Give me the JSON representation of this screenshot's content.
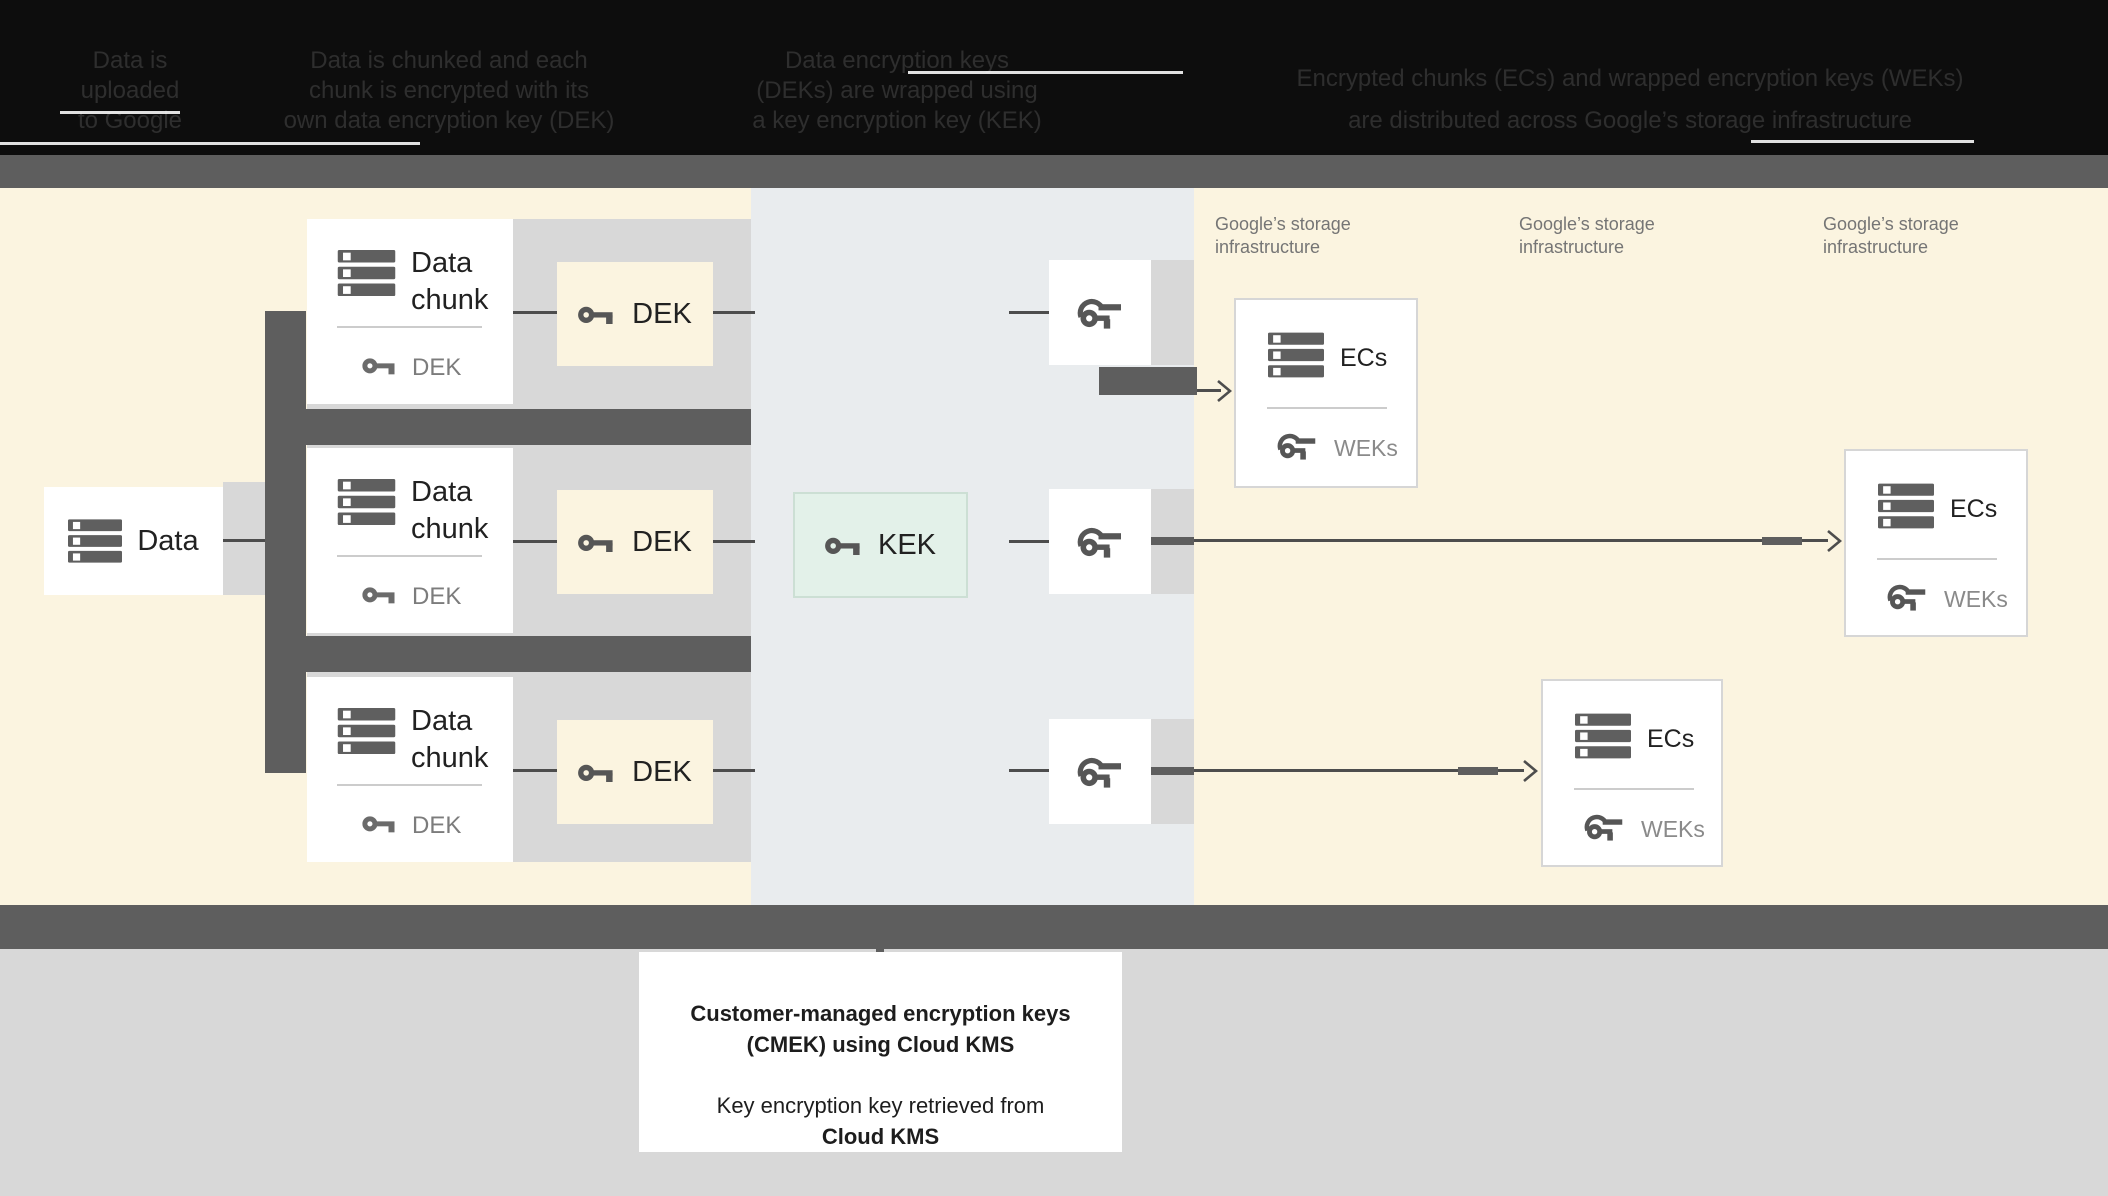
{
  "header": {
    "columns": [
      {
        "lines": [
          "Data is",
          "uploaded",
          "to Google"
        ]
      },
      {
        "lines": [
          "Data is chunked and each",
          "chunk is encrypted with its",
          "own data encryption key (DEK)"
        ]
      },
      {
        "lines": [
          "Data encryption keys",
          "(DEKs) are wrapped using",
          "a key encryption key (KEK)"
        ]
      },
      {
        "lines": [
          "Encrypted chunks (ECs) and wrapped encryption keys (WEKs)",
          "are distributed across Google’s storage infrastructure"
        ]
      }
    ]
  },
  "diagram": {
    "data_box": {
      "label": "Data"
    },
    "chunk_boxes": [
      {
        "title_line1": "Data",
        "title_line2": "chunk",
        "footer_label": "DEK"
      },
      {
        "title_line1": "Data",
        "title_line2": "chunk",
        "footer_label": "DEK"
      },
      {
        "title_line1": "Data",
        "title_line2": "chunk",
        "footer_label": "DEK"
      }
    ],
    "dek_boxes": [
      {
        "label": "DEK"
      },
      {
        "label": "DEK"
      },
      {
        "label": "DEK"
      }
    ],
    "kek_box": {
      "label": "KEK"
    },
    "storage_labels": [
      {
        "line1": "Google’s storage",
        "line2": "infrastructure"
      },
      {
        "line1": "Google’s storage",
        "line2": "infrastructure"
      },
      {
        "line1": "Google’s storage",
        "line2": "infrastructure"
      }
    ],
    "ecs_boxes": [
      {
        "title": "ECs",
        "footer_label": "WEKs"
      },
      {
        "title": "ECs",
        "footer_label": "WEKs"
      },
      {
        "title": "ECs",
        "footer_label": "WEKs"
      }
    ]
  },
  "caption": {
    "lines": [
      "Customer-managed encryption keys",
      "(CMEK) using Cloud KMS",
      "Key encryption key retrieved from",
      "Cloud KMS"
    ]
  },
  "colors": {
    "background_beige": "#fbf4e0",
    "background_blue_gray": "#e9ecee",
    "band_gray": "#d8d8d8",
    "bar_dark_gray": "#5e5e5e",
    "kek_mint": "#e3f1e9",
    "header_black": "#0d0d0d",
    "text_dark": "#212121",
    "text_gray": "#8a8a8a",
    "label_gray": "#757575",
    "connector": "#4d4d4d"
  }
}
